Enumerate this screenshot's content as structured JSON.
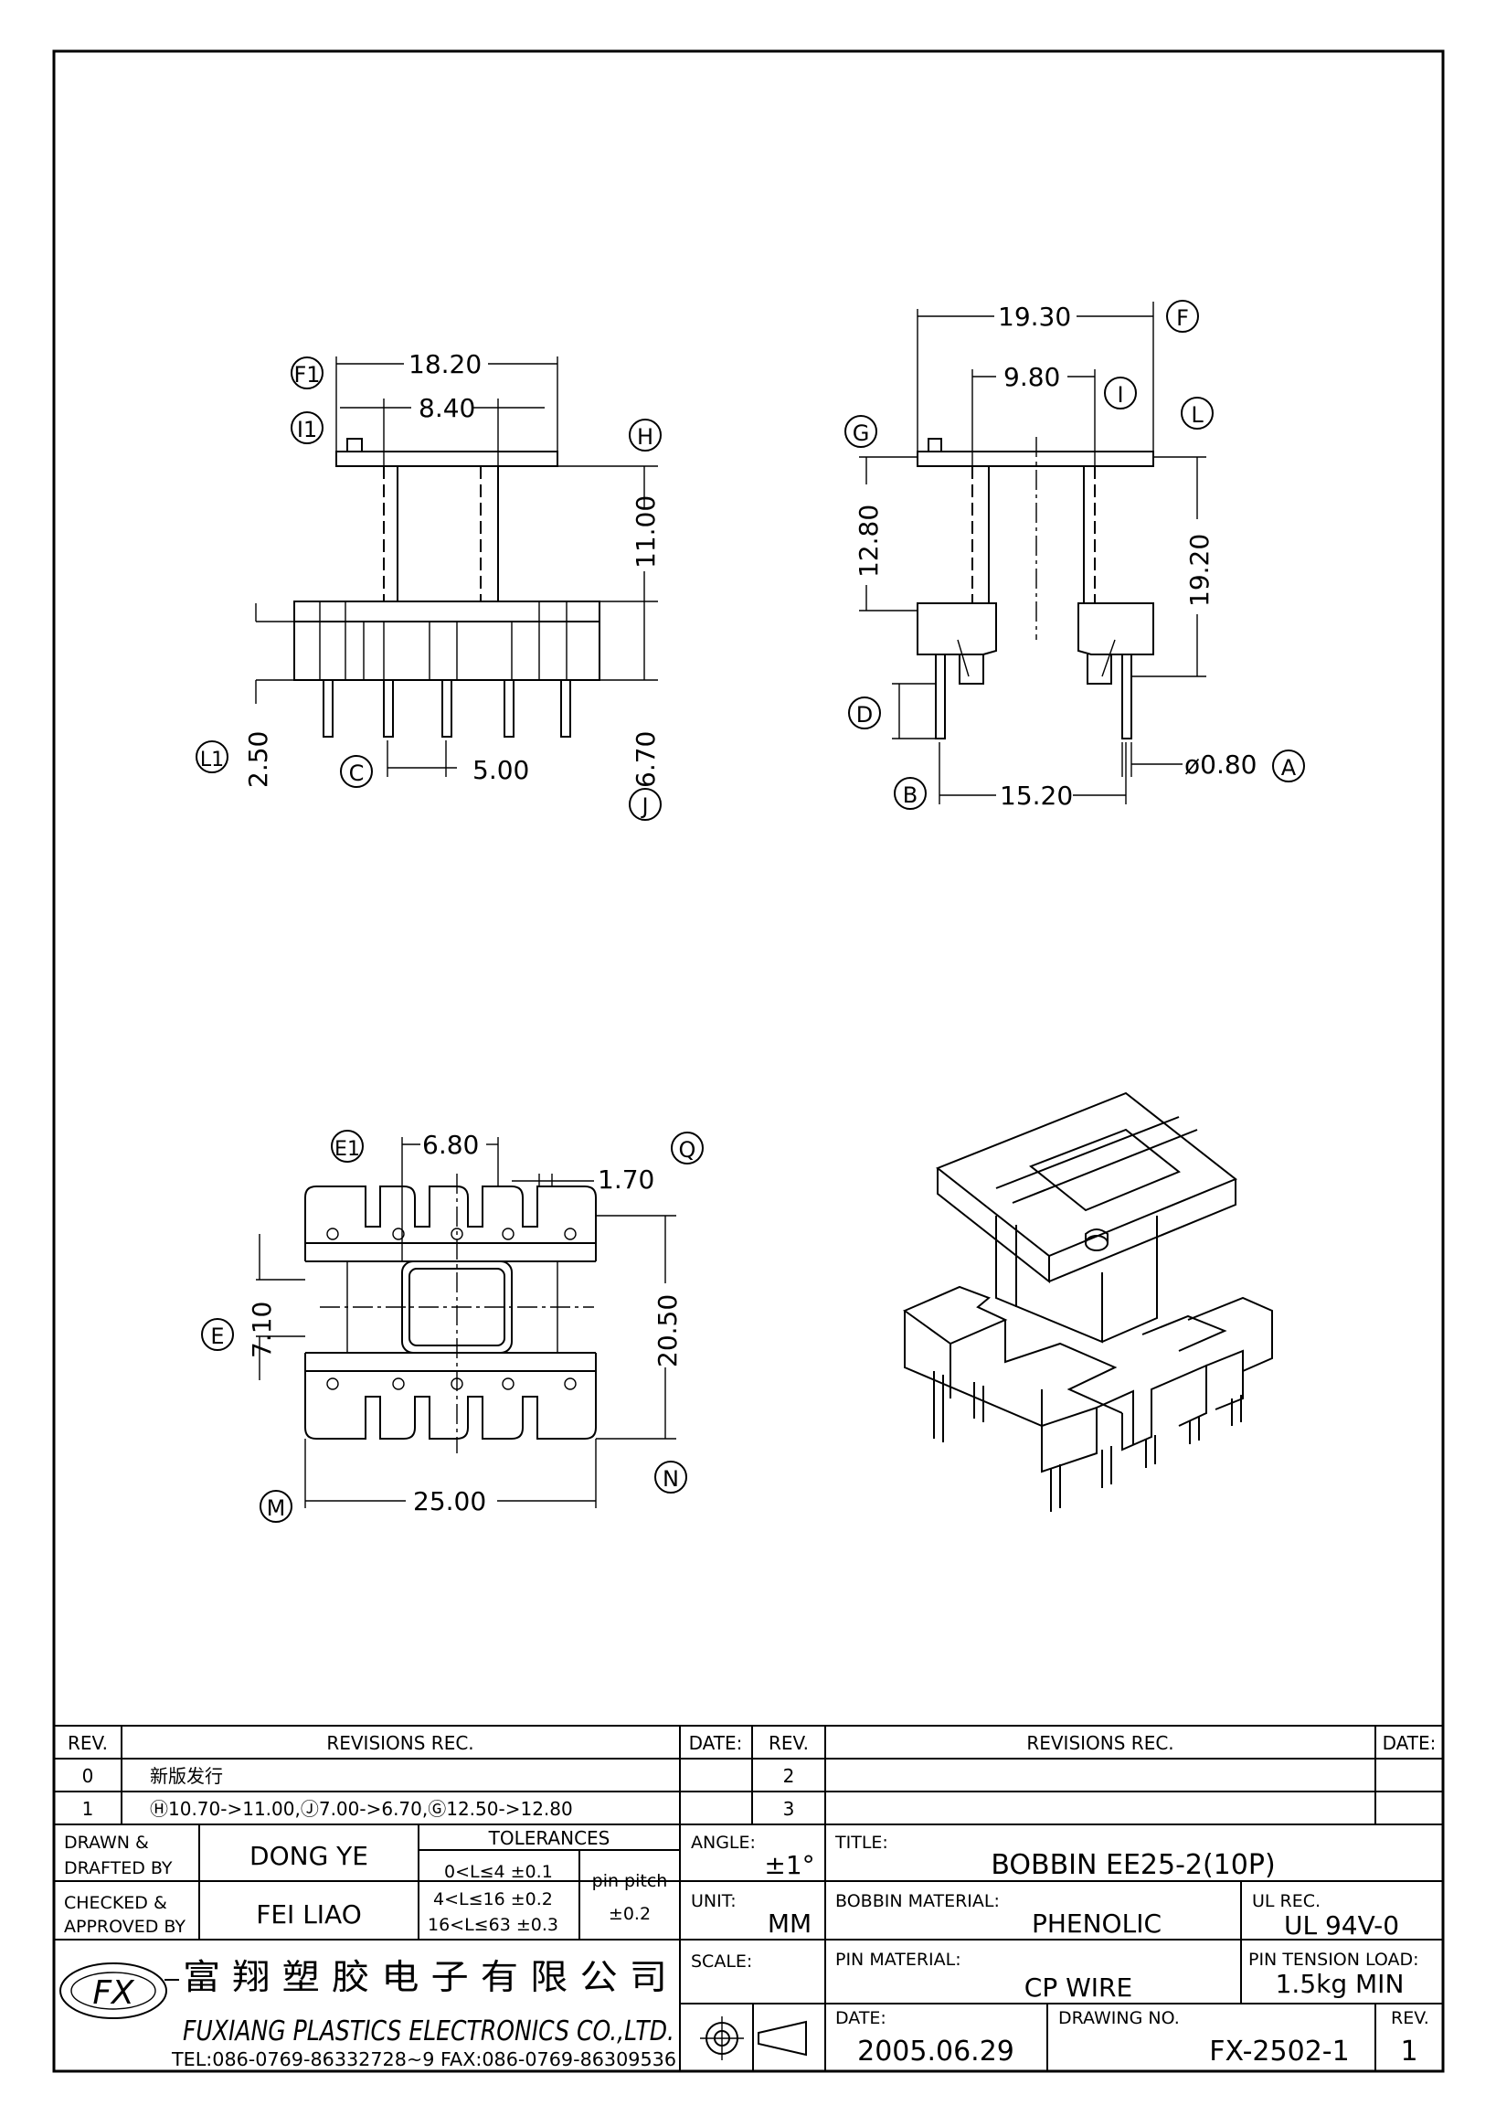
{
  "drawing": {
    "front_view": {
      "dims": [
        "18.20",
        "8.40",
        "11.00",
        "6.70",
        "2.50",
        "5.00"
      ],
      "labels": [
        "F1",
        "I1",
        "H",
        "L1",
        "C",
        "J"
      ]
    },
    "side_view": {
      "dims": [
        "19.30",
        "9.80",
        "12.80",
        "19.20",
        "15.20",
        "ø0.80"
      ],
      "labels": [
        "F",
        "I",
        "G",
        "L",
        "D",
        "B",
        "A"
      ]
    },
    "bottom_view": {
      "dims": [
        "6.80",
        "1.70",
        "7.10",
        "20.50",
        "25.00"
      ],
      "labels": [
        "E1",
        "Q",
        "E",
        "M",
        "N"
      ]
    }
  },
  "revisions": {
    "header": {
      "rev": "REV.",
      "rec": "REVISIONS   REC.",
      "date": "DATE:"
    },
    "left_rows": [
      {
        "rev": "0",
        "text": "新版发行"
      },
      {
        "rev": "1",
        "text": "Ⓗ10.70->11.00,Ⓙ7.00->6.70,Ⓖ12.50->12.80"
      }
    ],
    "right_rows": [
      {
        "rev": "2"
      },
      {
        "rev": "3"
      }
    ]
  },
  "title_block": {
    "drawn_label_1": "DRAWN  &",
    "drawn_label_2": "DRAFTED  BY",
    "drawn_by": "DONG  YE",
    "checked_label_1": "CHECKED  &",
    "checked_label_2": "APPROVED  BY",
    "checked_by": "FEI  LIAO",
    "tolerances_title": "TOLERANCES",
    "tol_1": "0<L≤4    ±0.1",
    "tol_2": "4<L≤16  ±0.2",
    "tol_3": "16<L≤63  ±0.3",
    "pin_pitch_label": "pin  pitch",
    "pin_pitch_value": "±0.2",
    "angle_label": "ANGLE:",
    "angle_value": "±1°",
    "unit_label": "UNIT:",
    "unit_value": "MM",
    "scale_label": "SCALE:",
    "title_label": "TITLE:",
    "title_value": "BOBBIN  EE25-2(10P)",
    "bobbin_material_label": "BOBBIN  MATERIAL:",
    "bobbin_material_value": "PHENOLIC",
    "ul_rec_label": "UL  REC.",
    "ul_rec_value": "UL  94V-0",
    "pin_material_label": "PIN  MATERIAL:",
    "pin_material_value": "CP  WIRE",
    "pin_tension_label": "PIN  TENSION  LOAD:",
    "pin_tension_value": "1.5kg  MIN",
    "date_label": "DATE:",
    "date_value": "2005.06.29",
    "drawing_no_label": "DRAWING  NO.",
    "drawing_no_value": "FX-2502-1",
    "rev_label": "REV.",
    "rev_value": "1"
  },
  "company": {
    "logo_text": "FX",
    "name_cn": "富 翔 塑 胶 电 子 有 限 公 司",
    "name_en": "FUXIANG  PLASTICS  ELECTRONICS  CO.,LTD.",
    "contact": "TEL:086-0769-86332728~9   FAX:086-0769-86309536"
  }
}
